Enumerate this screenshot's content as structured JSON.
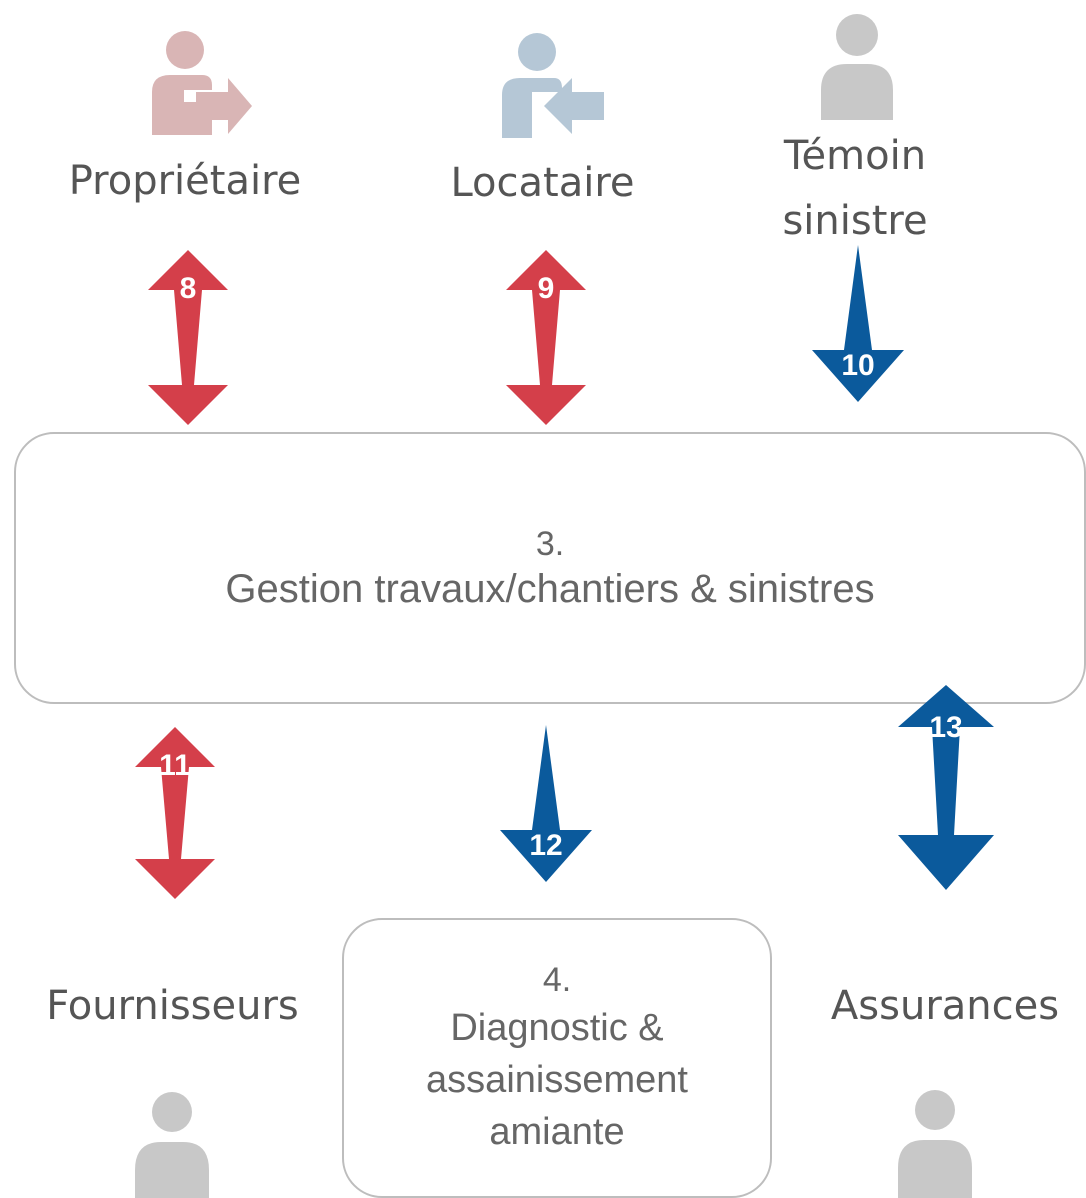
{
  "colors": {
    "red": "#d43f4a",
    "blue": "#0b5a9c",
    "grey_person": "#c8c8c8",
    "owner_icon": "#d9b5b5",
    "tenant_icon": "#b5c7d6"
  },
  "actors": {
    "owner": {
      "label": "Propriétaire",
      "icon": "person-arrow-out-icon"
    },
    "tenant": {
      "label": "Locataire",
      "icon": "person-arrow-in-icon"
    },
    "witness": {
      "label_line1": "Témoin",
      "label_line2": "sinistre",
      "icon": "person-icon"
    },
    "suppliers": {
      "label": "Fournisseurs",
      "icon": "person-icon"
    },
    "insurance": {
      "label": "Assurances",
      "icon": "person-icon"
    }
  },
  "process_main": {
    "number": "3.",
    "title": "Gestion travaux/chantiers & sinistres"
  },
  "process_sub": {
    "number": "4.",
    "line1": "Diagnostic &",
    "line2": "assainissement",
    "line3": "amiante"
  },
  "flows": [
    {
      "id": "8",
      "label": "8",
      "color": "red",
      "direction": "both"
    },
    {
      "id": "9",
      "label": "9",
      "color": "red",
      "direction": "both"
    },
    {
      "id": "10",
      "label": "10",
      "color": "blue",
      "direction": "down"
    },
    {
      "id": "11",
      "label": "11",
      "color": "red",
      "direction": "both"
    },
    {
      "id": "12",
      "label": "12",
      "color": "blue",
      "direction": "down"
    },
    {
      "id": "13",
      "label": "13",
      "color": "blue",
      "direction": "both"
    }
  ]
}
